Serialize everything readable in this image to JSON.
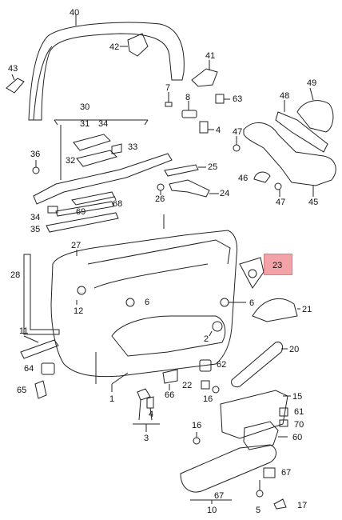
{
  "diagram": {
    "highlighted_part": "23",
    "highlight_color": "#f3a3a8",
    "line_color": "#222222",
    "labels": {
      "p40": "40",
      "p42": "42",
      "p43": "43",
      "p41": "41",
      "p7": "7",
      "p8": "8",
      "p63": "63",
      "p49": "49",
      "p48": "48",
      "p30": "30",
      "p31": "31",
      "p34a": "34",
      "p33": "33",
      "p32": "32",
      "p36": "36",
      "p47a": "47",
      "p4": "4",
      "p25": "25",
      "p46": "46",
      "p47b": "47",
      "p45": "45",
      "p26": "26",
      "p24": "24",
      "p68": "68",
      "p34b": "34",
      "p69": "69",
      "p35": "35",
      "p27": "27",
      "p28": "28",
      "p23": "23",
      "p12": "12",
      "p6a": "6",
      "p6b": "6",
      "p21": "21",
      "p11": "11",
      "p2": "2",
      "p20": "20",
      "p64": "64",
      "p62": "62",
      "p65": "65",
      "p22": "22",
      "p66": "66",
      "p16a": "16",
      "p15": "15",
      "p1": "1",
      "p4b": "4",
      "p61": "61",
      "p70": "70",
      "p60": "60",
      "p3": "3",
      "p16b": "16",
      "p67a": "67",
      "p67b": "67",
      "p10": "10",
      "p5": "5",
      "p17": "17"
    }
  }
}
